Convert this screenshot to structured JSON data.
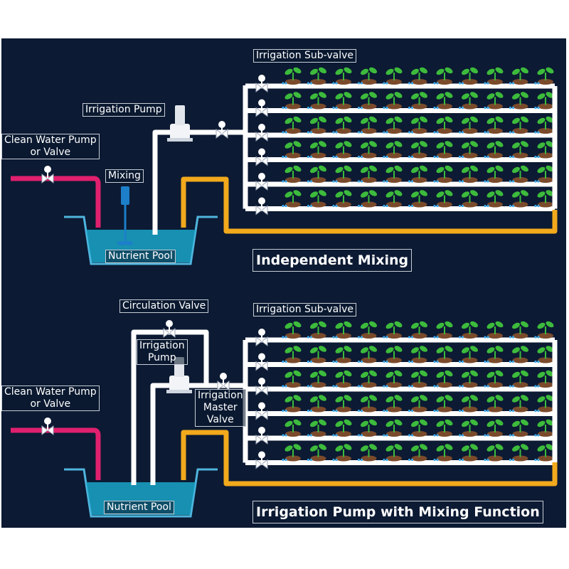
{
  "colors": {
    "background": "#0c1a33",
    "water_pipe": "#ffffff",
    "clean_water_pipe": "#e0206e",
    "return_pipe": "#f2a91c",
    "pool_water": "#1aa6c8",
    "plant_leaf": "#3dbb3c",
    "soil": "#7a4a2b",
    "drip": "#3aa7e8"
  },
  "icons": [
    "sprout-icon",
    "valve-icon",
    "pump-icon",
    "mixer-icon"
  ],
  "top": {
    "heading": "Independent Mixing",
    "labels": {
      "sub_valve": "Irrigation Sub-valve",
      "pump": "Irrigation Pump",
      "clean_water": "Clean Water Pump\nor Valve",
      "mixing": "Mixing",
      "pool": "Nutrient Pool"
    }
  },
  "bottom": {
    "heading": "Irrigation Pump with Mixing Function",
    "labels": {
      "sub_valve": "Irrigation Sub-valve",
      "circulation": "Circulation Valve",
      "pump": "Irrigation\nPump",
      "master": "Irrigation\nMaster\nValve",
      "clean_water": "Clean Water Pump\nor Valve",
      "pool": "Nutrient Pool"
    }
  }
}
